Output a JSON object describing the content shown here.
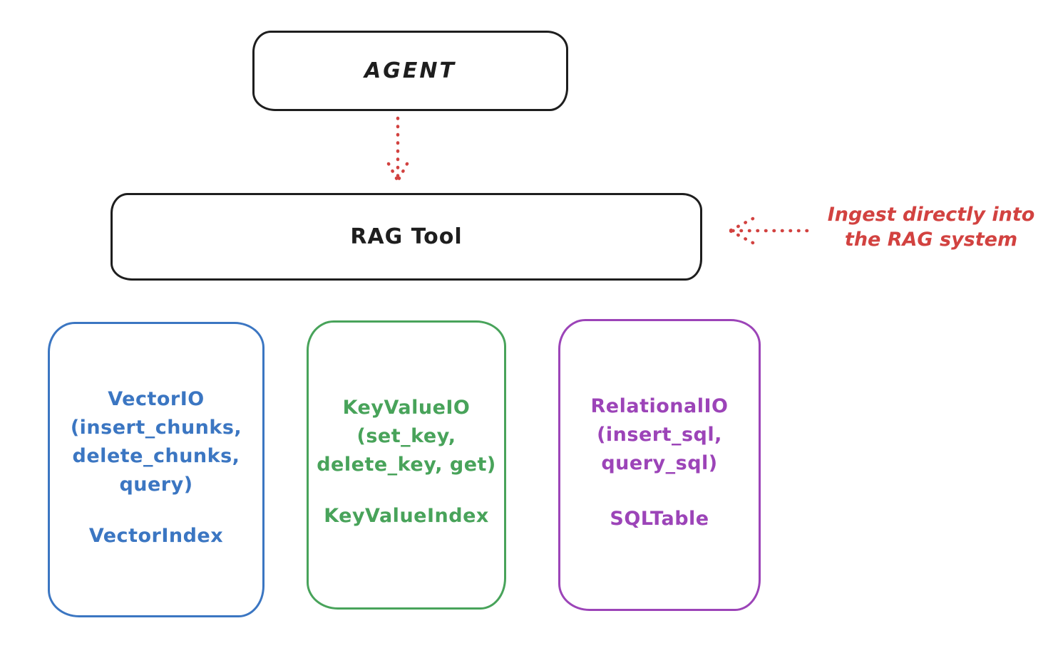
{
  "colors": {
    "ink": "#1e1e1e",
    "red": "#d24240",
    "blue": "#3b76c2",
    "green": "#48a35a",
    "purple": "#9c44b8",
    "background": "#ffffff"
  },
  "nodes": {
    "agent": {
      "label": "AGENT"
    },
    "rag_tool": {
      "label": "RAG Tool"
    },
    "vector_io": {
      "lines": [
        "VectorIO",
        "(insert_chunks,",
        "delete_chunks,",
        "query)"
      ],
      "index_label": "VectorIndex",
      "color": "#3b76c2"
    },
    "key_value_io": {
      "lines": [
        "KeyValueIO",
        "(set_key,",
        "delete_key, get)"
      ],
      "index_label": "KeyValueIndex",
      "color": "#48a35a"
    },
    "relational_io": {
      "lines": [
        "RelationalIO",
        "(insert_sql,",
        "query_sql)"
      ],
      "index_label": "SQLTable",
      "color": "#9c44b8"
    }
  },
  "annotation": {
    "lines": [
      "Ingest directly into",
      "the RAG system"
    ],
    "color": "#d24240"
  },
  "arrows": {
    "agent_to_rag": {
      "from": "AGENT",
      "to": "RAG Tool",
      "style": "dotted",
      "color": "#d24240",
      "direction": "down"
    },
    "annotation_to_rag": {
      "from": "Ingest directly into the RAG system",
      "to": "RAG Tool",
      "style": "dotted",
      "color": "#d24240",
      "direction": "left"
    }
  }
}
